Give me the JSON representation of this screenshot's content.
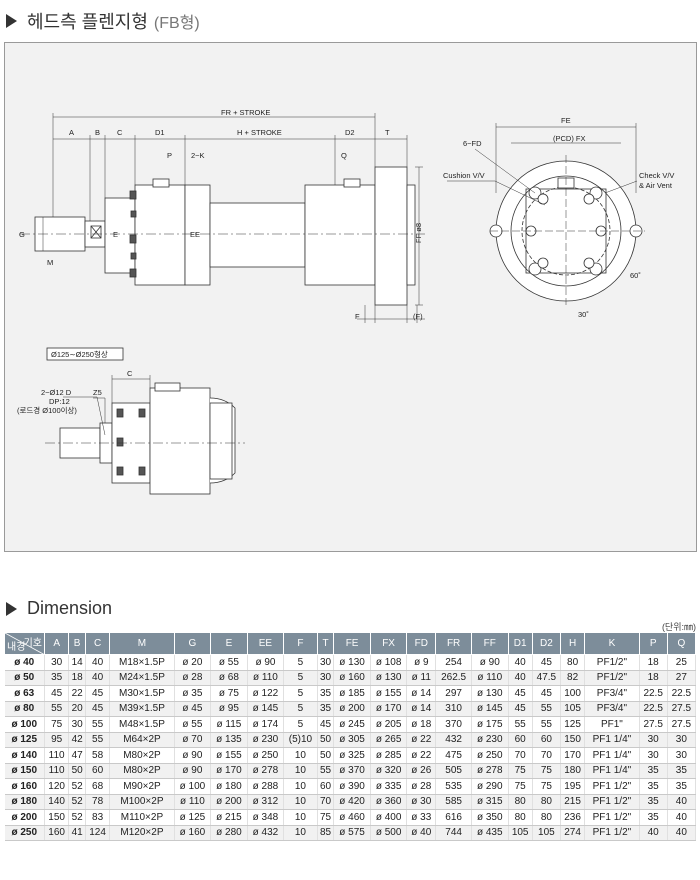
{
  "header": {
    "title": "헤드측 플렌지형",
    "subtitle": "(FB형)"
  },
  "drawing": {
    "labels": {
      "A": "A",
      "B": "B",
      "C": "C",
      "D1": "D1",
      "D2": "D2",
      "T": "T",
      "fr_stroke": "FR + STROKE",
      "h_stroke": "H + STROKE",
      "P": "P",
      "Q": "Q",
      "twoK": "2−K",
      "G": "G",
      "E": "E",
      "EE": "EE",
      "M": "M",
      "FF": "FF ø8",
      "F": "F",
      "F_paren": "(F)",
      "FE": "FE",
      "pcd": "(PCD) FX",
      "sixFD": "6−FD",
      "cushion": "Cushion V/V",
      "check1": "Check V/V",
      "check2": "& Air Vent",
      "ang60": "60˚",
      "ang30": "30˚",
      "range_box": "Ø125∼Ø250형상",
      "C2": "C",
      "Z5": "Z5",
      "note1": "2−Ø12 D",
      "note2": "DP:12",
      "note3": "(로드경 Ø100이상)"
    }
  },
  "dimension": {
    "title": "Dimension",
    "unit": "(단위:㎜)",
    "corner_top": "기호",
    "corner_bottom": "내경",
    "columns": [
      "A",
      "B",
      "C",
      "M",
      "G",
      "E",
      "EE",
      "F",
      "T",
      "FE",
      "FX",
      "FD",
      "FR",
      "FF",
      "D1",
      "D2",
      "H",
      "K",
      "P",
      "Q"
    ],
    "rows": [
      [
        "ø 40",
        "30",
        "14",
        "40",
        "M18×1.5P",
        "ø 20",
        "ø 55",
        "ø 90",
        "5",
        "30",
        "ø 130",
        "ø 108",
        "ø 9",
        "254",
        "ø 90",
        "40",
        "45",
        "80",
        "PF1/2\"",
        "18",
        "25"
      ],
      [
        "ø 50",
        "35",
        "18",
        "40",
        "M24×1.5P",
        "ø 28",
        "ø 68",
        "ø 110",
        "5",
        "30",
        "ø 160",
        "ø 130",
        "ø 11",
        "262.5",
        "ø 110",
        "40",
        "47.5",
        "82",
        "PF1/2\"",
        "18",
        "27"
      ],
      [
        "ø 63",
        "45",
        "22",
        "45",
        "M30×1.5P",
        "ø 35",
        "ø 75",
        "ø 122",
        "5",
        "35",
        "ø 185",
        "ø 155",
        "ø 14",
        "297",
        "ø 130",
        "45",
        "45",
        "100",
        "PF3/4\"",
        "22.5",
        "22.5"
      ],
      [
        "ø 80",
        "55",
        "20",
        "45",
        "M39×1.5P",
        "ø 45",
        "ø 95",
        "ø 145",
        "5",
        "35",
        "ø 200",
        "ø 170",
        "ø 14",
        "310",
        "ø 145",
        "45",
        "55",
        "105",
        "PF3/4\"",
        "22.5",
        "27.5"
      ],
      [
        "ø 100",
        "75",
        "30",
        "55",
        "M48×1.5P",
        "ø 55",
        "ø 115",
        "ø 174",
        "5",
        "45",
        "ø 245",
        "ø 205",
        "ø 18",
        "370",
        "ø 175",
        "55",
        "55",
        "125",
        "PF1\"",
        "27.5",
        "27.5"
      ],
      [
        "ø 125",
        "95",
        "42",
        "55",
        "M64×2P",
        "ø 70",
        "ø 135",
        "ø 230",
        "(5)10",
        "50",
        "ø 305",
        "ø 265",
        "ø 22",
        "432",
        "ø 230",
        "60",
        "60",
        "150",
        "PF1 1/4\"",
        "30",
        "30"
      ],
      [
        "ø 140",
        "110",
        "47",
        "58",
        "M80×2P",
        "ø 90",
        "ø 155",
        "ø 250",
        "10",
        "50",
        "ø 325",
        "ø 285",
        "ø 22",
        "475",
        "ø 250",
        "70",
        "70",
        "170",
        "PF1 1/4\"",
        "30",
        "30"
      ],
      [
        "ø 150",
        "110",
        "50",
        "60",
        "M80×2P",
        "ø 90",
        "ø 170",
        "ø 278",
        "10",
        "55",
        "ø 370",
        "ø 320",
        "ø 26",
        "505",
        "ø 278",
        "75",
        "75",
        "180",
        "PF1 1/4\"",
        "35",
        "35"
      ],
      [
        "ø 160",
        "120",
        "52",
        "68",
        "M90×2P",
        "ø 100",
        "ø 180",
        "ø 288",
        "10",
        "60",
        "ø 390",
        "ø 335",
        "ø 28",
        "535",
        "ø 290",
        "75",
        "75",
        "195",
        "PF1 1/2\"",
        "35",
        "35"
      ],
      [
        "ø 180",
        "140",
        "52",
        "78",
        "M100×2P",
        "ø 110",
        "ø 200",
        "ø 312",
        "10",
        "70",
        "ø 420",
        "ø 360",
        "ø 30",
        "585",
        "ø 315",
        "80",
        "80",
        "215",
        "PF1 1/2\"",
        "35",
        "40"
      ],
      [
        "ø 200",
        "150",
        "52",
        "83",
        "M110×2P",
        "ø 125",
        "ø 215",
        "ø 348",
        "10",
        "75",
        "ø 460",
        "ø 400",
        "ø 33",
        "616",
        "ø 350",
        "80",
        "80",
        "236",
        "PF1 1/2\"",
        "35",
        "40"
      ],
      [
        "ø 250",
        "160",
        "41",
        "124",
        "M120×2P",
        "ø 160",
        "ø 280",
        "ø 432",
        "10",
        "85",
        "ø 575",
        "ø 500",
        "ø 40",
        "744",
        "ø 435",
        "105",
        "105",
        "274",
        "PF1 1/2\"",
        "40",
        "40"
      ]
    ]
  }
}
